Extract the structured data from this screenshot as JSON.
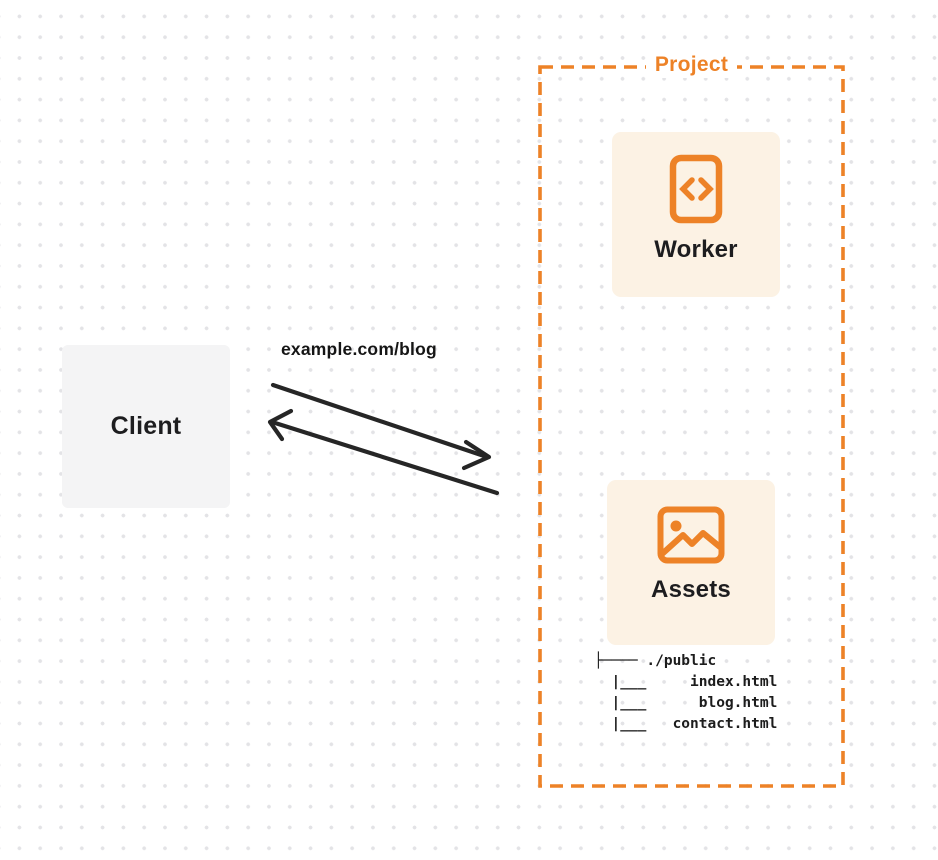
{
  "diagram": {
    "client": {
      "label": "Client"
    },
    "request": {
      "label": "example.com/blog"
    },
    "project": {
      "title": "Project",
      "nodes": [
        {
          "id": "worker",
          "label": "Worker",
          "icon": "code-file-icon"
        },
        {
          "id": "assets",
          "label": "Assets",
          "icon": "image-icon"
        }
      ],
      "file_tree": {
        "lines": [
          "├──── ./public",
          "  |___     index.html",
          "  |___      blog.html",
          "  |___   contact.html"
        ]
      }
    },
    "colors": {
      "accent_orange": "#ed8227",
      "card_background": "#fcf2e4",
      "client_background": "#f4f4f5",
      "ink": "#1d1d1f",
      "grid_dot": "#e3e3e6"
    }
  }
}
